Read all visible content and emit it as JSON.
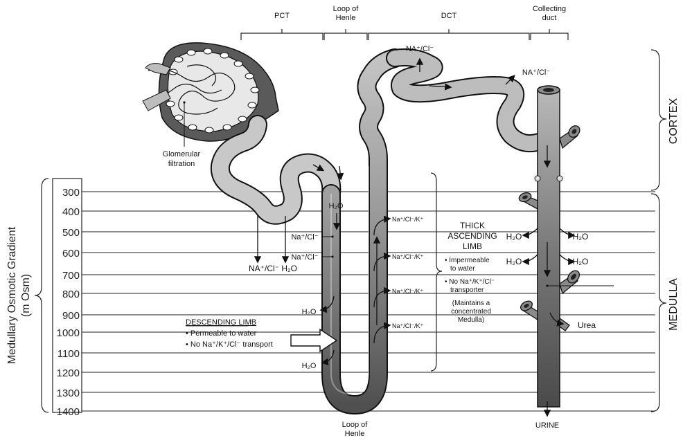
{
  "segments": {
    "pct": "PCT",
    "loop_top": [
      "Loop of",
      "Henle"
    ],
    "dct": "DCT",
    "collecting": [
      "Collecting",
      "duct"
    ]
  },
  "regions": {
    "cortex": "CORTEX",
    "medulla": "MEDULLA"
  },
  "y_axis": {
    "title_line1": "Medullary Osmotic Gradient",
    "title_line2": "(m Osm)"
  },
  "scale_values": [
    "300",
    "400",
    "500",
    "600",
    "700",
    "800",
    "900",
    "1000",
    "1100",
    "1200",
    "1300",
    "1400"
  ],
  "labels": {
    "glomerular": [
      "Glomerular",
      "filtration"
    ],
    "nacl_top": "NA⁺/Cl⁻",
    "nacl_dct": "NA⁺/Cl⁻",
    "h2o": "H₂O",
    "na_cl": "Na⁺/Cl⁻",
    "na_cl_k": "Na⁺/Cl⁻/K⁺",
    "pct_out": "NA⁺/Cl⁻  H₂O",
    "urea": "Urea",
    "urine": "URINE",
    "loop_bottom": [
      "Loop of",
      "Henle"
    ]
  },
  "thick_ascending": {
    "title": [
      "THICK",
      "ASCENDING",
      "LIMB"
    ],
    "bullet1": [
      "• Impermeable",
      "to water"
    ],
    "bullet2": [
      "• No Na⁺/K⁺/Cl⁻",
      "transporter"
    ],
    "note": [
      "(Maintains a",
      "concentrated",
      "Medulla)"
    ]
  },
  "descending_limb": {
    "title": "DESCENDING LIMB",
    "bullet1": "• Permeable to water",
    "bullet2": "• No Na⁺/K⁺/Cl⁻ transport"
  }
}
